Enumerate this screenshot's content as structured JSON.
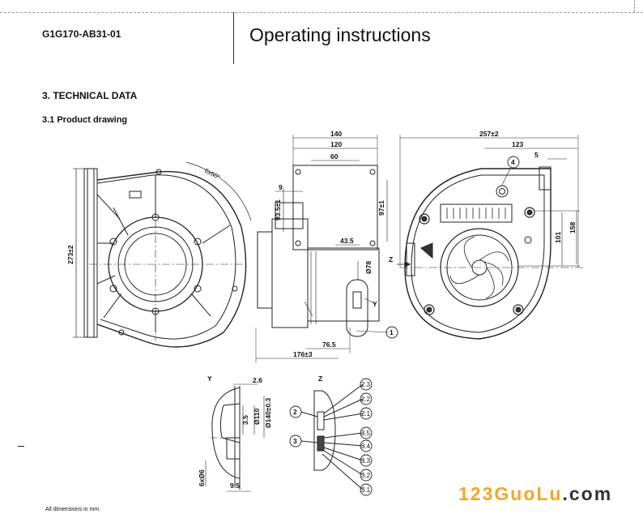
{
  "header": {
    "model": "G1G170-AB31-01",
    "title": "Operating instructions"
  },
  "section": {
    "heading": "3. TECHNICAL DATA",
    "subheading": "3.1 Product drawing"
  },
  "footnote": "All dimensions in mm.",
  "watermark": {
    "part1": "123GuoLu",
    "part2": ".com",
    "accent_color": "#f5a623"
  },
  "drawing": {
    "front_view": {
      "height_dim": "273±2",
      "angle_dim": "6x60°"
    },
    "side_view": {
      "dims": [
        "140",
        "120",
        "60",
        "9",
        "93.5±1",
        "97±1",
        "43.5",
        "Ø78",
        "176±3",
        "76.5"
      ],
      "detail_marker": "Y",
      "arrow_marker": "Z"
    },
    "rear_view": {
      "dims": [
        "257±2",
        "123",
        "5",
        "158",
        "101"
      ],
      "callout": "4"
    },
    "detail_y": {
      "label": "Y",
      "dims": [
        "2.6",
        "3.5",
        "Ø110",
        "Ø140±0.3",
        "6xØ6",
        "9.5"
      ]
    },
    "detail_z": {
      "label": "Z",
      "callouts_right": [
        "2.3",
        "2.2",
        "2.1",
        "3.5",
        "3.4",
        "3.3",
        "3.2",
        "3.1"
      ],
      "callouts_left": [
        "2",
        "3"
      ]
    },
    "callout_1": "1"
  }
}
